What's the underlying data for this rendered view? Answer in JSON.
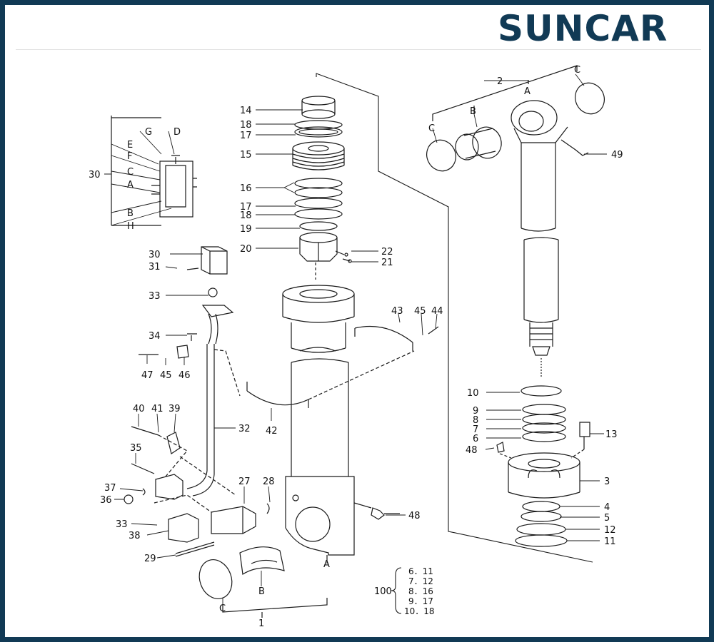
{
  "brand": {
    "logo_text": "SUNCAR",
    "primary_color": "#113a55",
    "accent_color": "#1aa0c8"
  },
  "diagram": {
    "part_labels": {
      "l14": "14",
      "l18a": "18",
      "l17a": "17",
      "l15": "15",
      "l16": "16",
      "l17b": "17",
      "l18b": "18",
      "l19": "19",
      "l20": "20",
      "l22": "22",
      "l21": "21",
      "l2": "2",
      "lA_top": "A",
      "lB_top": "B",
      "lC_topL": "C",
      "lC_topR": "C",
      "l49": "49",
      "lG": "G",
      "lD": "D",
      "lE": "E",
      "lF": "F",
      "l30_inset": "30",
      "lC_inset": "C",
      "lA_inset": "A",
      "lB_inset": "B",
      "lH": "H",
      "l30": "30",
      "l31": "31",
      "l33a": "33",
      "l34": "34",
      "l47": "47",
      "l45a": "45",
      "l46": "46",
      "l43": "43",
      "l45b": "45",
      "l44": "44",
      "l42": "42",
      "l32": "32",
      "l40": "40",
      "l41": "41",
      "l39": "39",
      "l35": "35",
      "l37": "37",
      "l36": "36",
      "l27": "27",
      "l28": "28",
      "l33b": "33",
      "l38": "38",
      "l29": "29",
      "l48a": "48",
      "lA_bot": "A",
      "lB_bot": "B",
      "lC_bot": "C",
      "l1": "1",
      "l10": "10",
      "l9": "9",
      "l8": "8",
      "l7": "7",
      "l6": "6",
      "l48b": "48",
      "l13": "13",
      "l3": "3",
      "l4": "4",
      "l5": "5",
      "l12": "12",
      "l11": "11"
    },
    "kit": {
      "label": "100",
      "rows": [
        "6．11",
        "7．12",
        "8．16",
        "9．17",
        "10．18"
      ]
    }
  }
}
